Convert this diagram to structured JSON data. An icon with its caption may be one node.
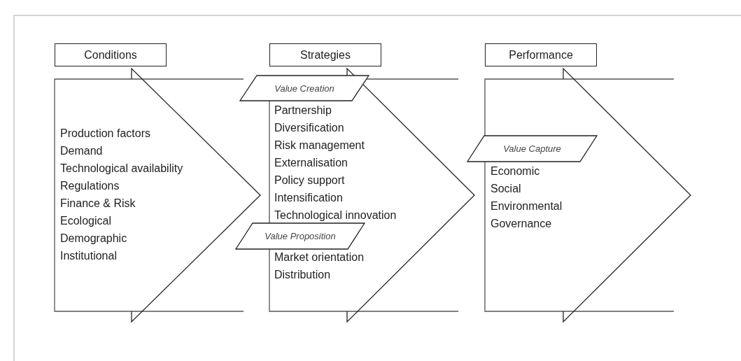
{
  "diagram": {
    "nodes": [
      {
        "text": [
          "Conditions"
        ]
      },
      {
        "text": [
          "Strategies"
        ]
      },
      {
        "text": [
          "Performance"
        ]
      },
      {
        "text": [
          "Production factors",
          "Demand",
          "Technological availability",
          "Regulations",
          "Finance & Risk",
          "Ecological",
          "Demographic",
          "Institutional"
        ]
      },
      {
        "text": [
          "Value Creation"
        ]
      },
      {
        "text": [
          "Partnership",
          "Diversification",
          "Risk management",
          "Externalisation",
          "Policy support",
          "Intensification",
          "Technological innovation",
          "Market orientation",
          "Distribution"
        ]
      },
      {
        "text": [
          "Value Proposition"
        ]
      },
      {
        "text": [
          "Value Capture"
        ]
      },
      {
        "text": [
          "Economic",
          "Social",
          "Environmental",
          "Governance"
        ]
      }
    ]
  }
}
